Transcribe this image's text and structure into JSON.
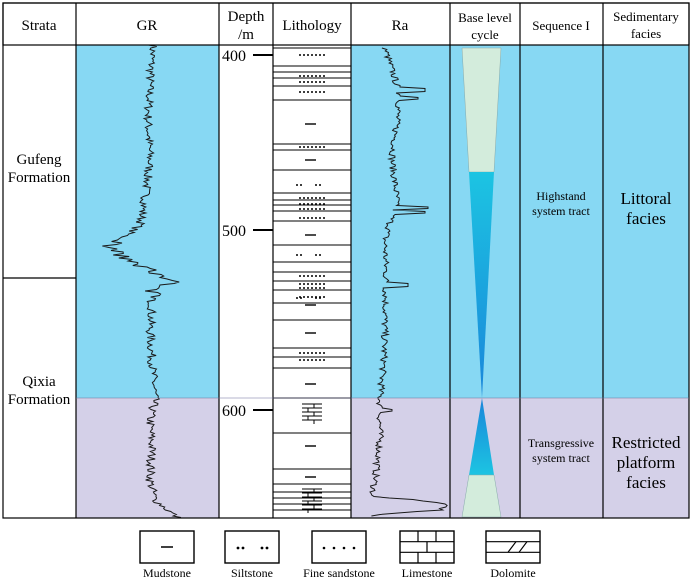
{
  "headers": {
    "strata": "Strata",
    "gr": "GR",
    "depth_line1": "Depth",
    "depth_line2": "/m",
    "lithology": "Lithology",
    "ra": "Ra",
    "base_level_line1": "Base level",
    "base_level_line2": "cycle",
    "sequence": "Sequence I",
    "facies_line1": "Sedimentary",
    "facies_line2": "facies"
  },
  "strata": [
    {
      "line1": "Gufeng",
      "line2": "Formation"
    },
    {
      "line1": "Qixia",
      "line2": "Formation"
    }
  ],
  "depth_ticks": [
    "400",
    "500",
    "600"
  ],
  "sequence_tracts": [
    {
      "line1": "Highstand",
      "line2": "system tract"
    },
    {
      "line1": "Transgressive",
      "line2": "system tract"
    }
  ],
  "facies": [
    {
      "line1": "Littoral",
      "line2": "facies"
    },
    {
      "line1": "Restricted",
      "line2": "platform",
      "line3": "facies"
    }
  ],
  "legend": [
    "Mudstone",
    "Siltstone",
    "Fine sandstone",
    "Limestone",
    "Dolomite"
  ],
  "colors": {
    "upper_zone": "#87D8F3",
    "lower_zone": "#D4D0E8",
    "cycle_pale": "#D3ECDC",
    "cycle_blue": "#1CB9DD",
    "cycle_deep": "#1A8CDB",
    "border": "#000000"
  }
}
